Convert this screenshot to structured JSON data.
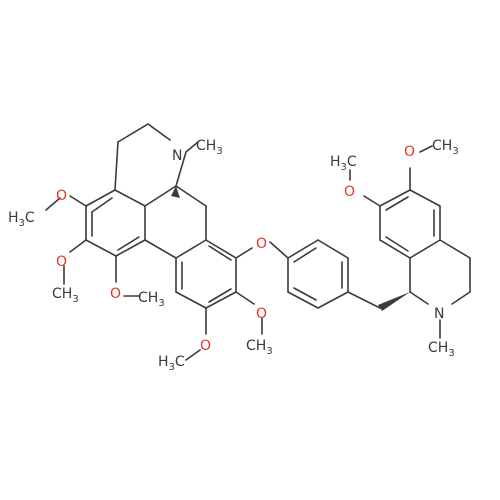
{
  "labels": {
    "n1": "N",
    "n1_methyl": "CH",
    "n1_methyl_sub": "3",
    "o_l1": "O",
    "o_l1_methyl": "H",
    "o_l1_methyl_sub": "3",
    "o_l1_methyl_c": "C",
    "o_l2": "O",
    "o_l2_methyl": "CH",
    "o_l2_methyl_sub": "3",
    "o_l3": "O",
    "o_l3_methyl": "CH",
    "o_l3_methyl_sub": "3",
    "o_m1": "O",
    "o_m1_methyl": "H",
    "o_m1_methyl_sub": "3",
    "o_m1_methyl_c": "C",
    "o_m2": "O",
    "o_m2_methyl": "CH",
    "o_m2_methyl_sub": "3",
    "o_ether": "O",
    "o_r1": "O",
    "o_r1_methyl": "H",
    "o_r1_methyl_sub": "3",
    "o_r1_methyl_c": "C",
    "o_r2": "O",
    "o_r2_methyl": "CH",
    "o_r2_methyl_sub": "3",
    "n2": "N",
    "n2_methyl": "CH",
    "n2_methyl_sub": "3"
  },
  "colors": {
    "bond": "#3b3b3b",
    "oxygen": "#e8332a",
    "nitrogen": "#3b3b3b"
  }
}
